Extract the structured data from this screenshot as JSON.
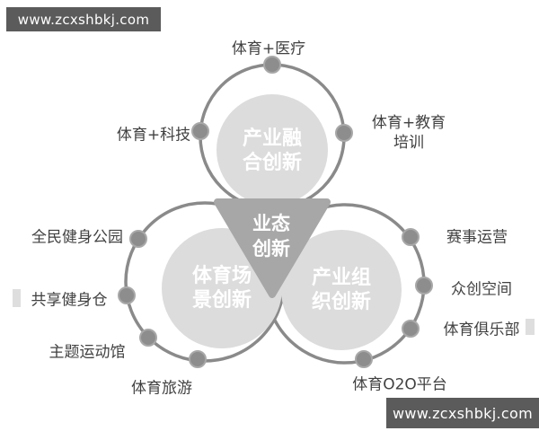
{
  "watermarks": {
    "top_left": "www.zcxshbkj.com",
    "bottom_right": "www.zcxshbkj.com"
  },
  "colors": {
    "ring_stroke": "#8a8a8a",
    "inner_circle_fill": "#dcdcdc",
    "triangle_fill": "#a7a7a7",
    "dot_fill": "#8d8d8d",
    "dot_halo": "#a8a8a8",
    "satellite_text": "#414141",
    "circle_title_text": "#ffffff",
    "banner_background": "#5b5b5b",
    "banner_text": "#ffffff"
  },
  "diagram": {
    "center": {
      "line1": "业态",
      "line2": "创新"
    },
    "top_circle": {
      "title_line1": "产业融",
      "title_line2": "合创新",
      "satellite_top": "体育+医疗",
      "satellite_left": "体育+科技",
      "satellite_right_line1": "体育+教育",
      "satellite_right_line2": "培训"
    },
    "left_circle": {
      "title_line1": "体育场",
      "title_line2": "景创新",
      "satellite_upper": "全民健身公园",
      "satellite_middle": "共享健身仓",
      "satellite_lower": "主题运动馆",
      "satellite_bottom": "体育旅游"
    },
    "right_circle": {
      "title_line1": "产业组",
      "title_line2": "织创新",
      "satellite_upper": "赛事运营",
      "satellite_middle": "众创空间",
      "satellite_lower": "体育俱乐部",
      "satellite_bottom": "体育O2O平台"
    }
  }
}
